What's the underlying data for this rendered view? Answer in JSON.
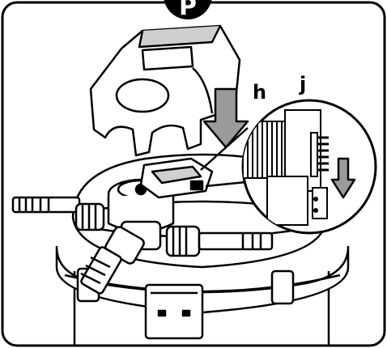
{
  "step_badge": "P",
  "labels": {
    "h": "h",
    "j": "j"
  },
  "colors": {
    "ink": "#000000",
    "paper": "#ffffff",
    "arrow_fill": "#9a9a9a",
    "panel": "#cfcfcf"
  }
}
